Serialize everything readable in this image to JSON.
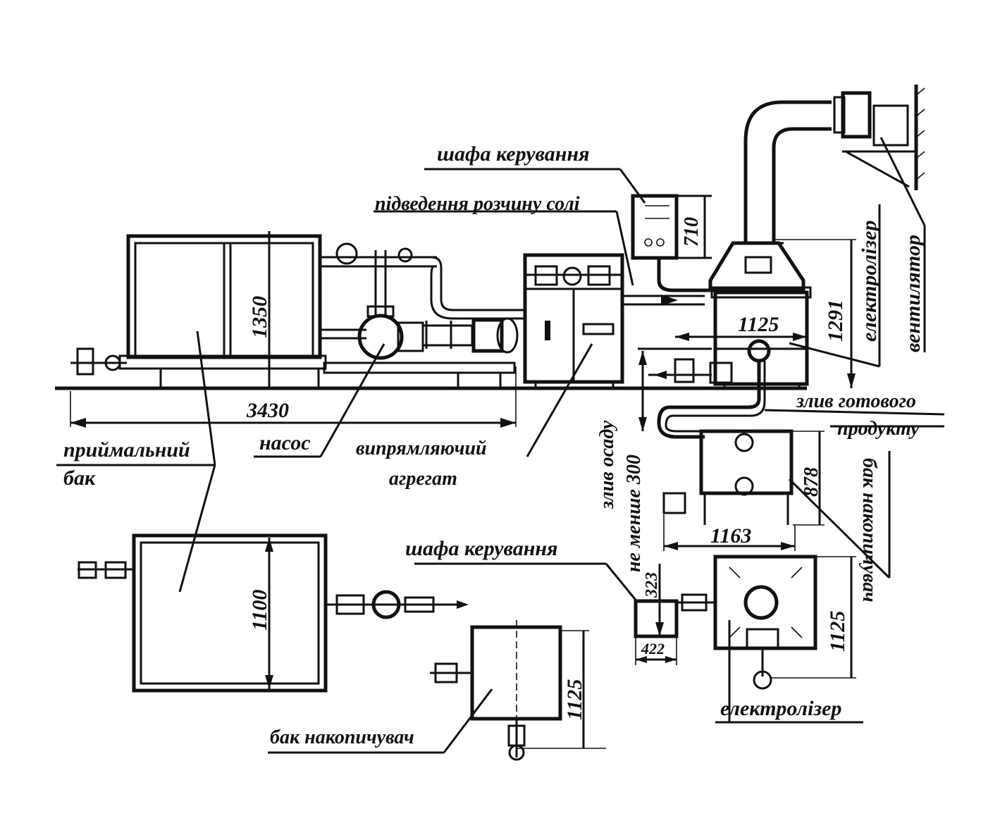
{
  "labels": {
    "control_cabinet_top": "шафа керування",
    "salt_supply": "підведення розчину солі",
    "electrolyzer_side": "електролізер",
    "fan": "вентилятор",
    "finished_drain_1": "злив готового",
    "finished_drain_2": "продукту",
    "sediment_drain": "злив осаду",
    "min_clearance": "не менше 300",
    "storage_tank_side": "бак накопичувач",
    "receiving_tank_1": "приймальний",
    "receiving_tank_2": "бак",
    "pump": "насос",
    "rectifier_1": "випрямляючий",
    "rectifier_2": "агрегат",
    "control_cabinet_plan": "шафа керування",
    "storage_tank_plan": "бак накопичувач",
    "electrolyzer_plan": "електролізер"
  },
  "dimensions": {
    "receiving_tank_height": "1350",
    "overall_length": "3430",
    "cabinet_height": "710",
    "electrolyzer_width": "1125",
    "electrolyzer_height": "1291",
    "storage_tank_height": "878",
    "storage_tank_width": "1163",
    "cabinet_plan_depth": "323",
    "cabinet_plan_width": "422",
    "receiving_tank_plan_width": "1100",
    "storage_tank_plan_size": "1125",
    "electrolyzer_plan_size": "1125"
  }
}
